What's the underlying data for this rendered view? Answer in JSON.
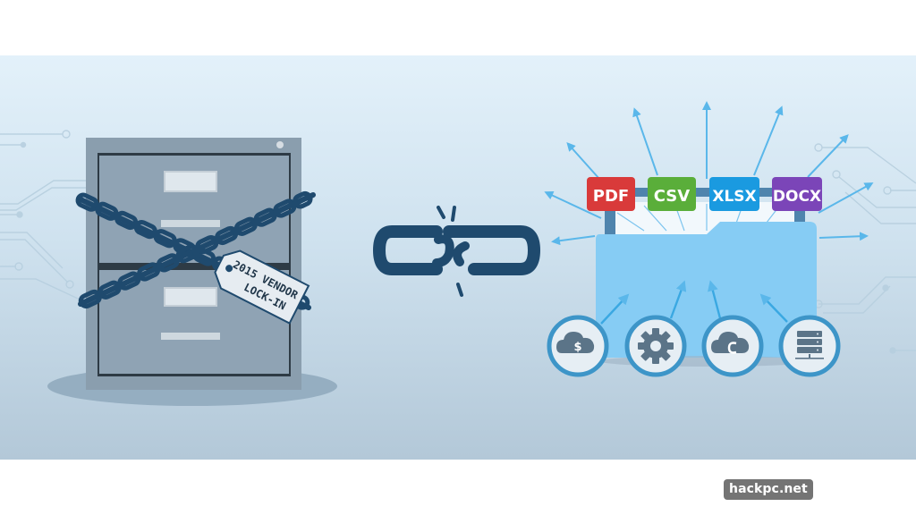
{
  "illustration": {
    "theme": "escaping vendor lock-in with open data formats",
    "left_panel": {
      "subject": "filing-cabinet",
      "drawer_count": 2,
      "chains": "crossed",
      "tag": {
        "line1": "2015 VENDOR",
        "line2": "LOCK-IN"
      }
    },
    "center": {
      "subject": "broken-chain-link"
    },
    "right_panel": {
      "subject": "open-folder",
      "formats": [
        {
          "label": "PDF",
          "color": "#d93a3a"
        },
        {
          "label": "CSV",
          "color": "#5aae3a"
        },
        {
          "label": "XLSX",
          "color": "#1a9ae0"
        },
        {
          "label": "DOCX",
          "color": "#7b45b8"
        }
      ],
      "services": [
        {
          "icon": "cloud-dollar-icon"
        },
        {
          "icon": "gear-icon"
        },
        {
          "icon": "cloud-sync-icon"
        },
        {
          "icon": "server-icon"
        }
      ]
    },
    "colors": {
      "chain": "#1f4a6e",
      "cabinet": "#8a9eaf",
      "folder": "#86ccf4",
      "arrow": "#5ab7ea"
    }
  },
  "watermark": {
    "text": "hackpc.net"
  }
}
